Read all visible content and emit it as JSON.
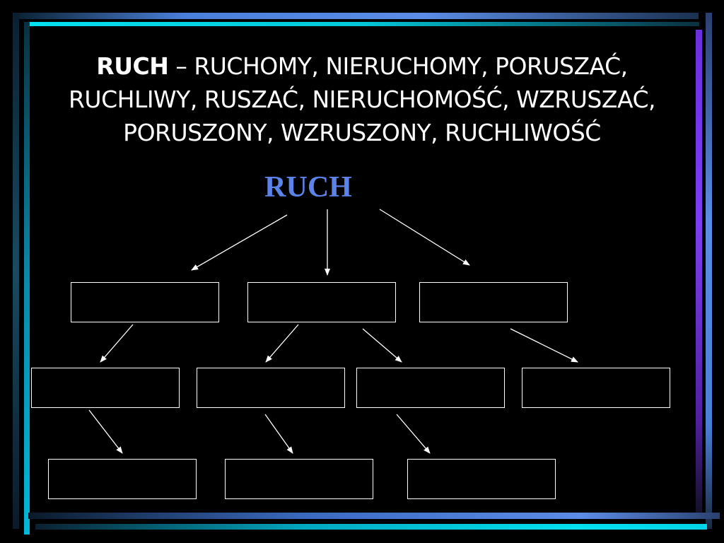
{
  "title": {
    "key_word": "RUCH",
    "rest": " – RUCHOMY, NIERUCHOMY, PORUSZAĆ, RUCHLIWY, RUSZAĆ, NIERUCHOMOŚĆ, WZRUSZAĆ, PORUSZONY, WZRUSZONY, RUCHLIWOŚĆ"
  },
  "root": {
    "label": "RUCH"
  },
  "colors": {
    "background": "#000000",
    "root_text": "#5b83e8",
    "box_border": "#ffffff",
    "arrow": "#ffffff",
    "frame_cyan": "#00d4e8",
    "frame_blue": "#5b8de6",
    "frame_violet": "#7b3ff2"
  },
  "levels": [
    {
      "name": "level-1",
      "box_count": 3
    },
    {
      "name": "level-2",
      "box_count": 4
    },
    {
      "name": "level-3",
      "box_count": 3
    }
  ]
}
